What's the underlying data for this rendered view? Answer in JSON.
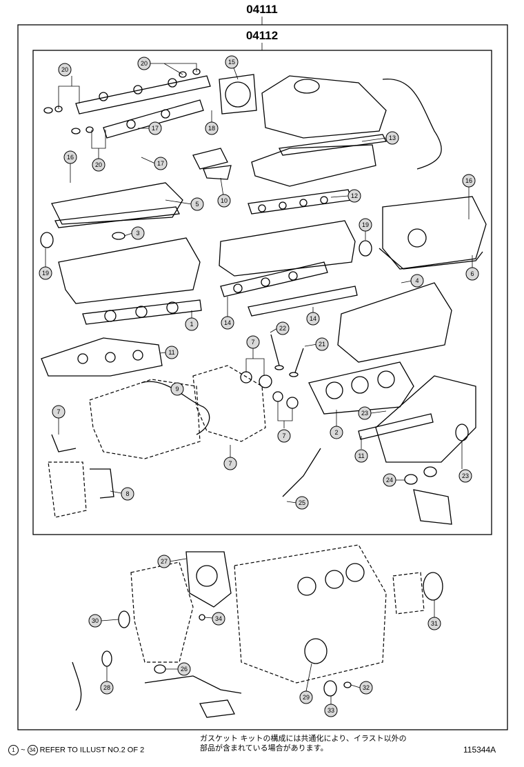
{
  "kit_labels": {
    "outer": "04111",
    "inner": "04112"
  },
  "callouts": [
    {
      "id": "c20a",
      "label": "20"
    },
    {
      "id": "c20b",
      "label": "20"
    },
    {
      "id": "c20c",
      "label": "20"
    },
    {
      "id": "c15",
      "label": "15"
    },
    {
      "id": "c17a",
      "label": "17"
    },
    {
      "id": "c17b",
      "label": "17"
    },
    {
      "id": "c18",
      "label": "18"
    },
    {
      "id": "c13",
      "label": "13"
    },
    {
      "id": "c16a",
      "label": "16"
    },
    {
      "id": "c10",
      "label": "10"
    },
    {
      "id": "c16b",
      "label": "16"
    },
    {
      "id": "c5",
      "label": "5"
    },
    {
      "id": "c12",
      "label": "12"
    },
    {
      "id": "c3",
      "label": "3"
    },
    {
      "id": "c19a",
      "label": "19"
    },
    {
      "id": "c19b",
      "label": "19"
    },
    {
      "id": "c6",
      "label": "6"
    },
    {
      "id": "c4",
      "label": "4"
    },
    {
      "id": "c1",
      "label": "1"
    },
    {
      "id": "c14a",
      "label": "14"
    },
    {
      "id": "c14b",
      "label": "14"
    },
    {
      "id": "c22",
      "label": "22"
    },
    {
      "id": "c7a",
      "label": "7"
    },
    {
      "id": "c21",
      "label": "21"
    },
    {
      "id": "c11a",
      "label": "11"
    },
    {
      "id": "c9",
      "label": "9"
    },
    {
      "id": "c7b",
      "label": "7"
    },
    {
      "id": "c23a",
      "label": "23"
    },
    {
      "id": "c2",
      "label": "2"
    },
    {
      "id": "c7c",
      "label": "7"
    },
    {
      "id": "c11b",
      "label": "11"
    },
    {
      "id": "c7d",
      "label": "7"
    },
    {
      "id": "c23b",
      "label": "23"
    },
    {
      "id": "c24",
      "label": "24"
    },
    {
      "id": "c8",
      "label": "8"
    },
    {
      "id": "c25",
      "label": "25"
    },
    {
      "id": "c27",
      "label": "27"
    },
    {
      "id": "c30",
      "label": "30"
    },
    {
      "id": "c34",
      "label": "34"
    },
    {
      "id": "c31",
      "label": "31"
    },
    {
      "id": "c26",
      "label": "26"
    },
    {
      "id": "c28",
      "label": "28"
    },
    {
      "id": "c29",
      "label": "29"
    },
    {
      "id": "c32",
      "label": "32"
    },
    {
      "id": "c33",
      "label": "33"
    }
  ],
  "footer": {
    "ref_start": "1",
    "ref_end": "34",
    "ref_text": "REFER TO ILLUST NO.2 OF 2",
    "note_line1": "ガスケット キットの構成には共通化により、イラスト以外の",
    "note_line2": "部品が含まれている場合があります。",
    "code": "115344A"
  }
}
